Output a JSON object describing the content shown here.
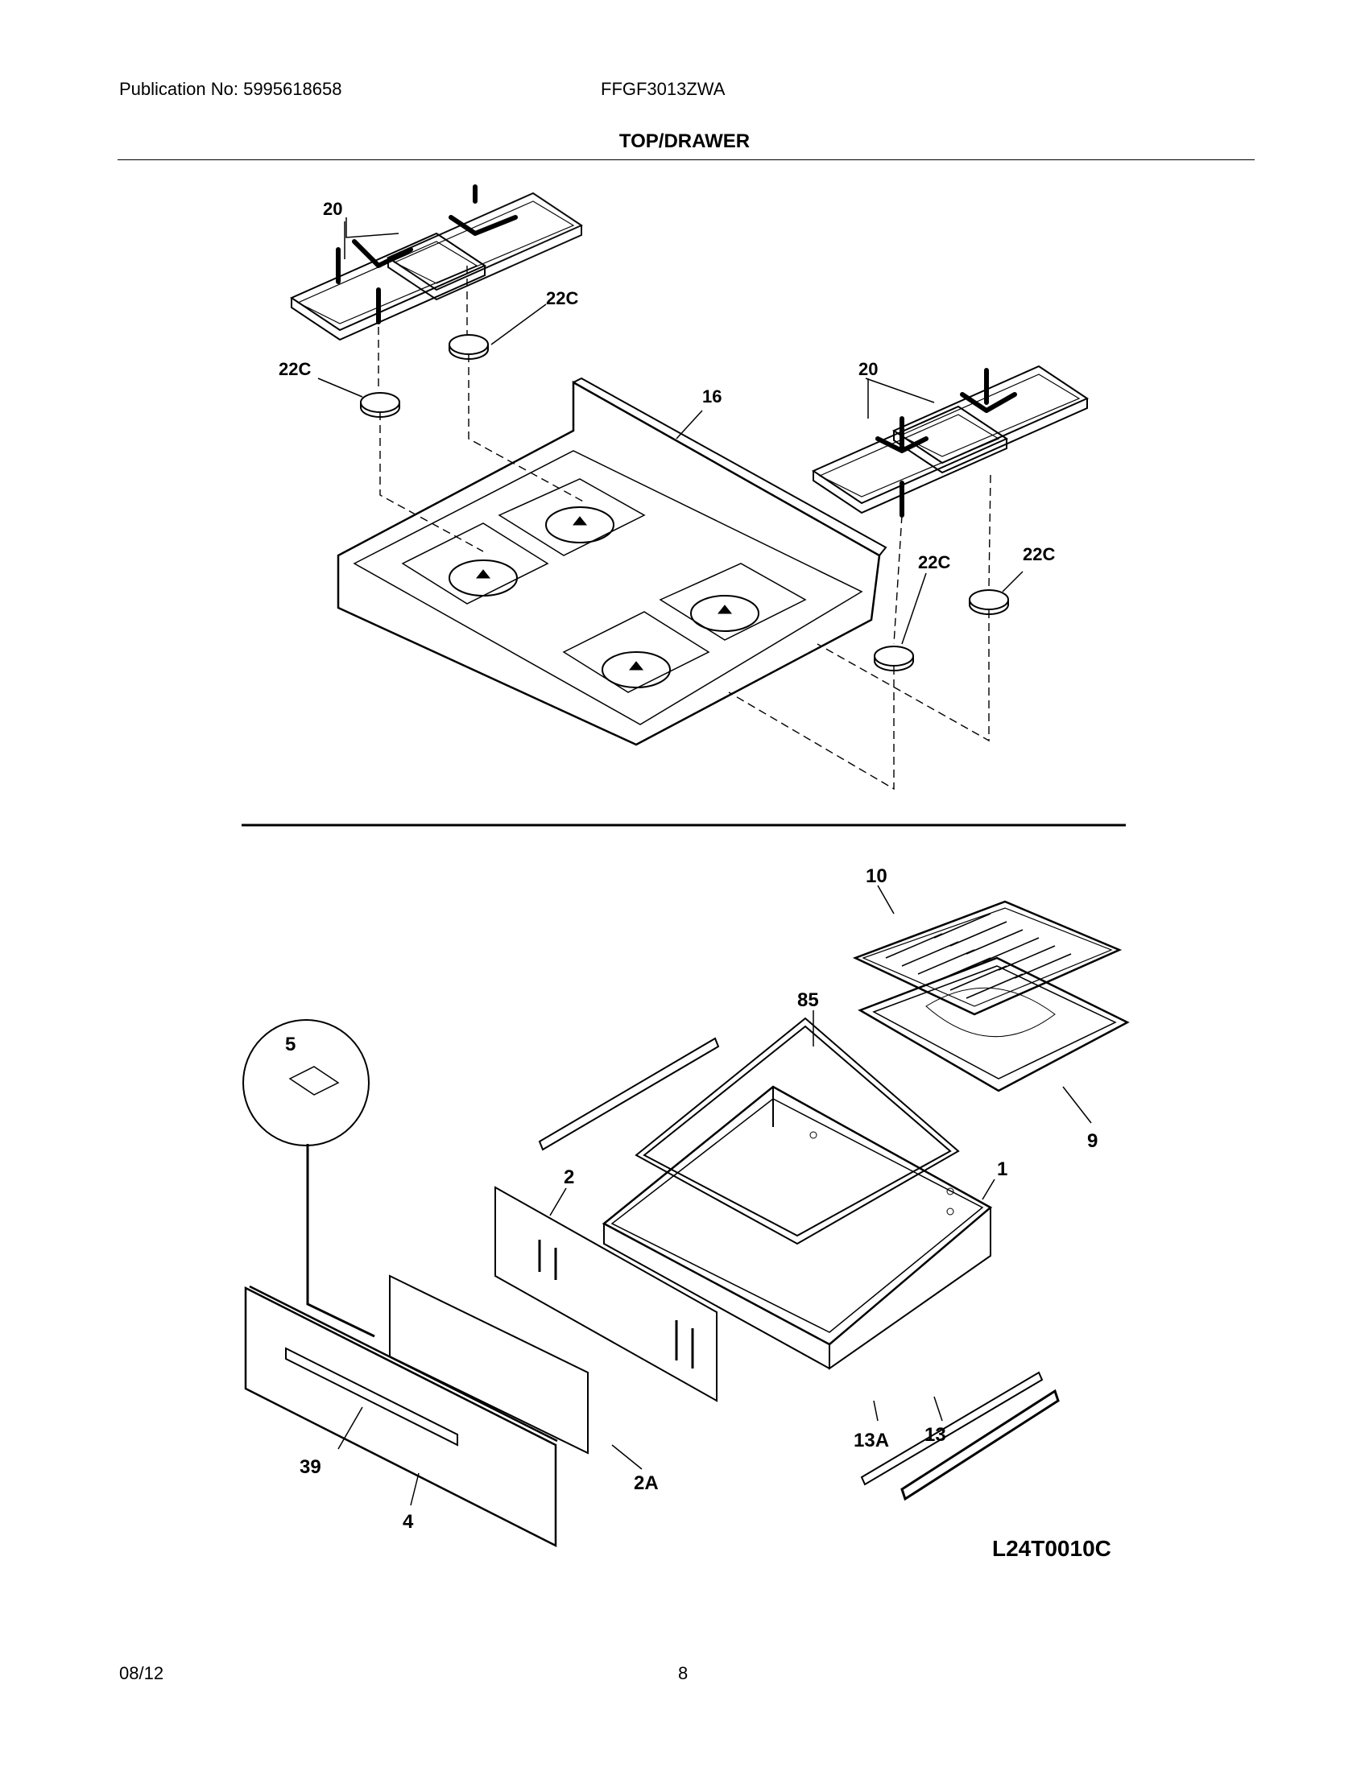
{
  "header": {
    "publication": "Publication No: 5995618658",
    "model": "FFGF3013ZWA",
    "section_title": "TOP/DRAWER"
  },
  "diagram": {
    "figure_code": "L24T0010C",
    "callouts": {
      "grate_left": "20",
      "grate_right": "20",
      "cap_a": "22C",
      "cap_b": "22C",
      "cap_c": "22C",
      "cap_d": "22C",
      "cooktop": "16",
      "broiler_grid": "10",
      "broiler_pan": "9",
      "glide_rack": "85",
      "drawer_body": "1",
      "drawer_back": "2",
      "drawer_liner": "2A",
      "drawer_front": "4",
      "handle": "39",
      "bumper_detail": "5",
      "slide_left": "13A",
      "slide_right": "13"
    }
  },
  "footer": {
    "date": "08/12",
    "page": "8"
  }
}
